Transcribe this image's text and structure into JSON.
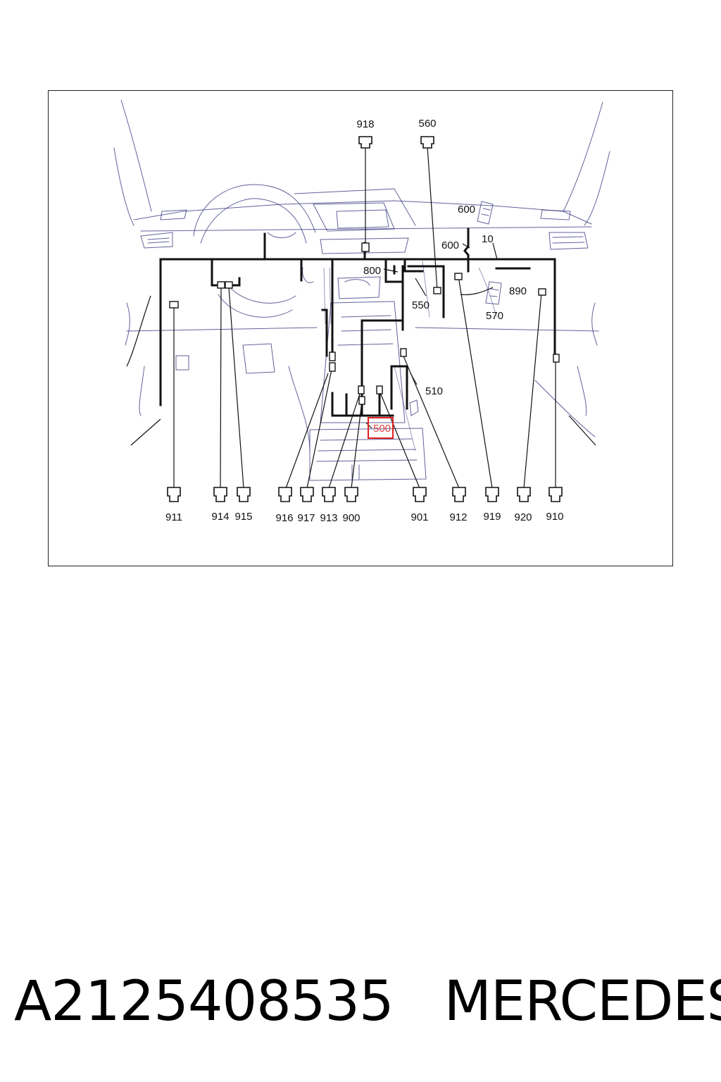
{
  "labels": {
    "l918": "918",
    "l560": "560",
    "l600a": "600",
    "l600b": "600",
    "l10": "10",
    "l800": "800",
    "l890": "890",
    "l550": "550",
    "l570": "570",
    "l510": "510",
    "l500": "500",
    "l911": "911",
    "l914": "914",
    "l915": "915",
    "l916": "916",
    "l917": "917",
    "l913": "913",
    "l900": "900",
    "l901": "901",
    "l912": "912",
    "l919": "919",
    "l920": "920",
    "l910": "910"
  },
  "highlight_color": "#e02020",
  "footer": {
    "part_number": "A2125408535",
    "brand": "MERCEDES"
  }
}
